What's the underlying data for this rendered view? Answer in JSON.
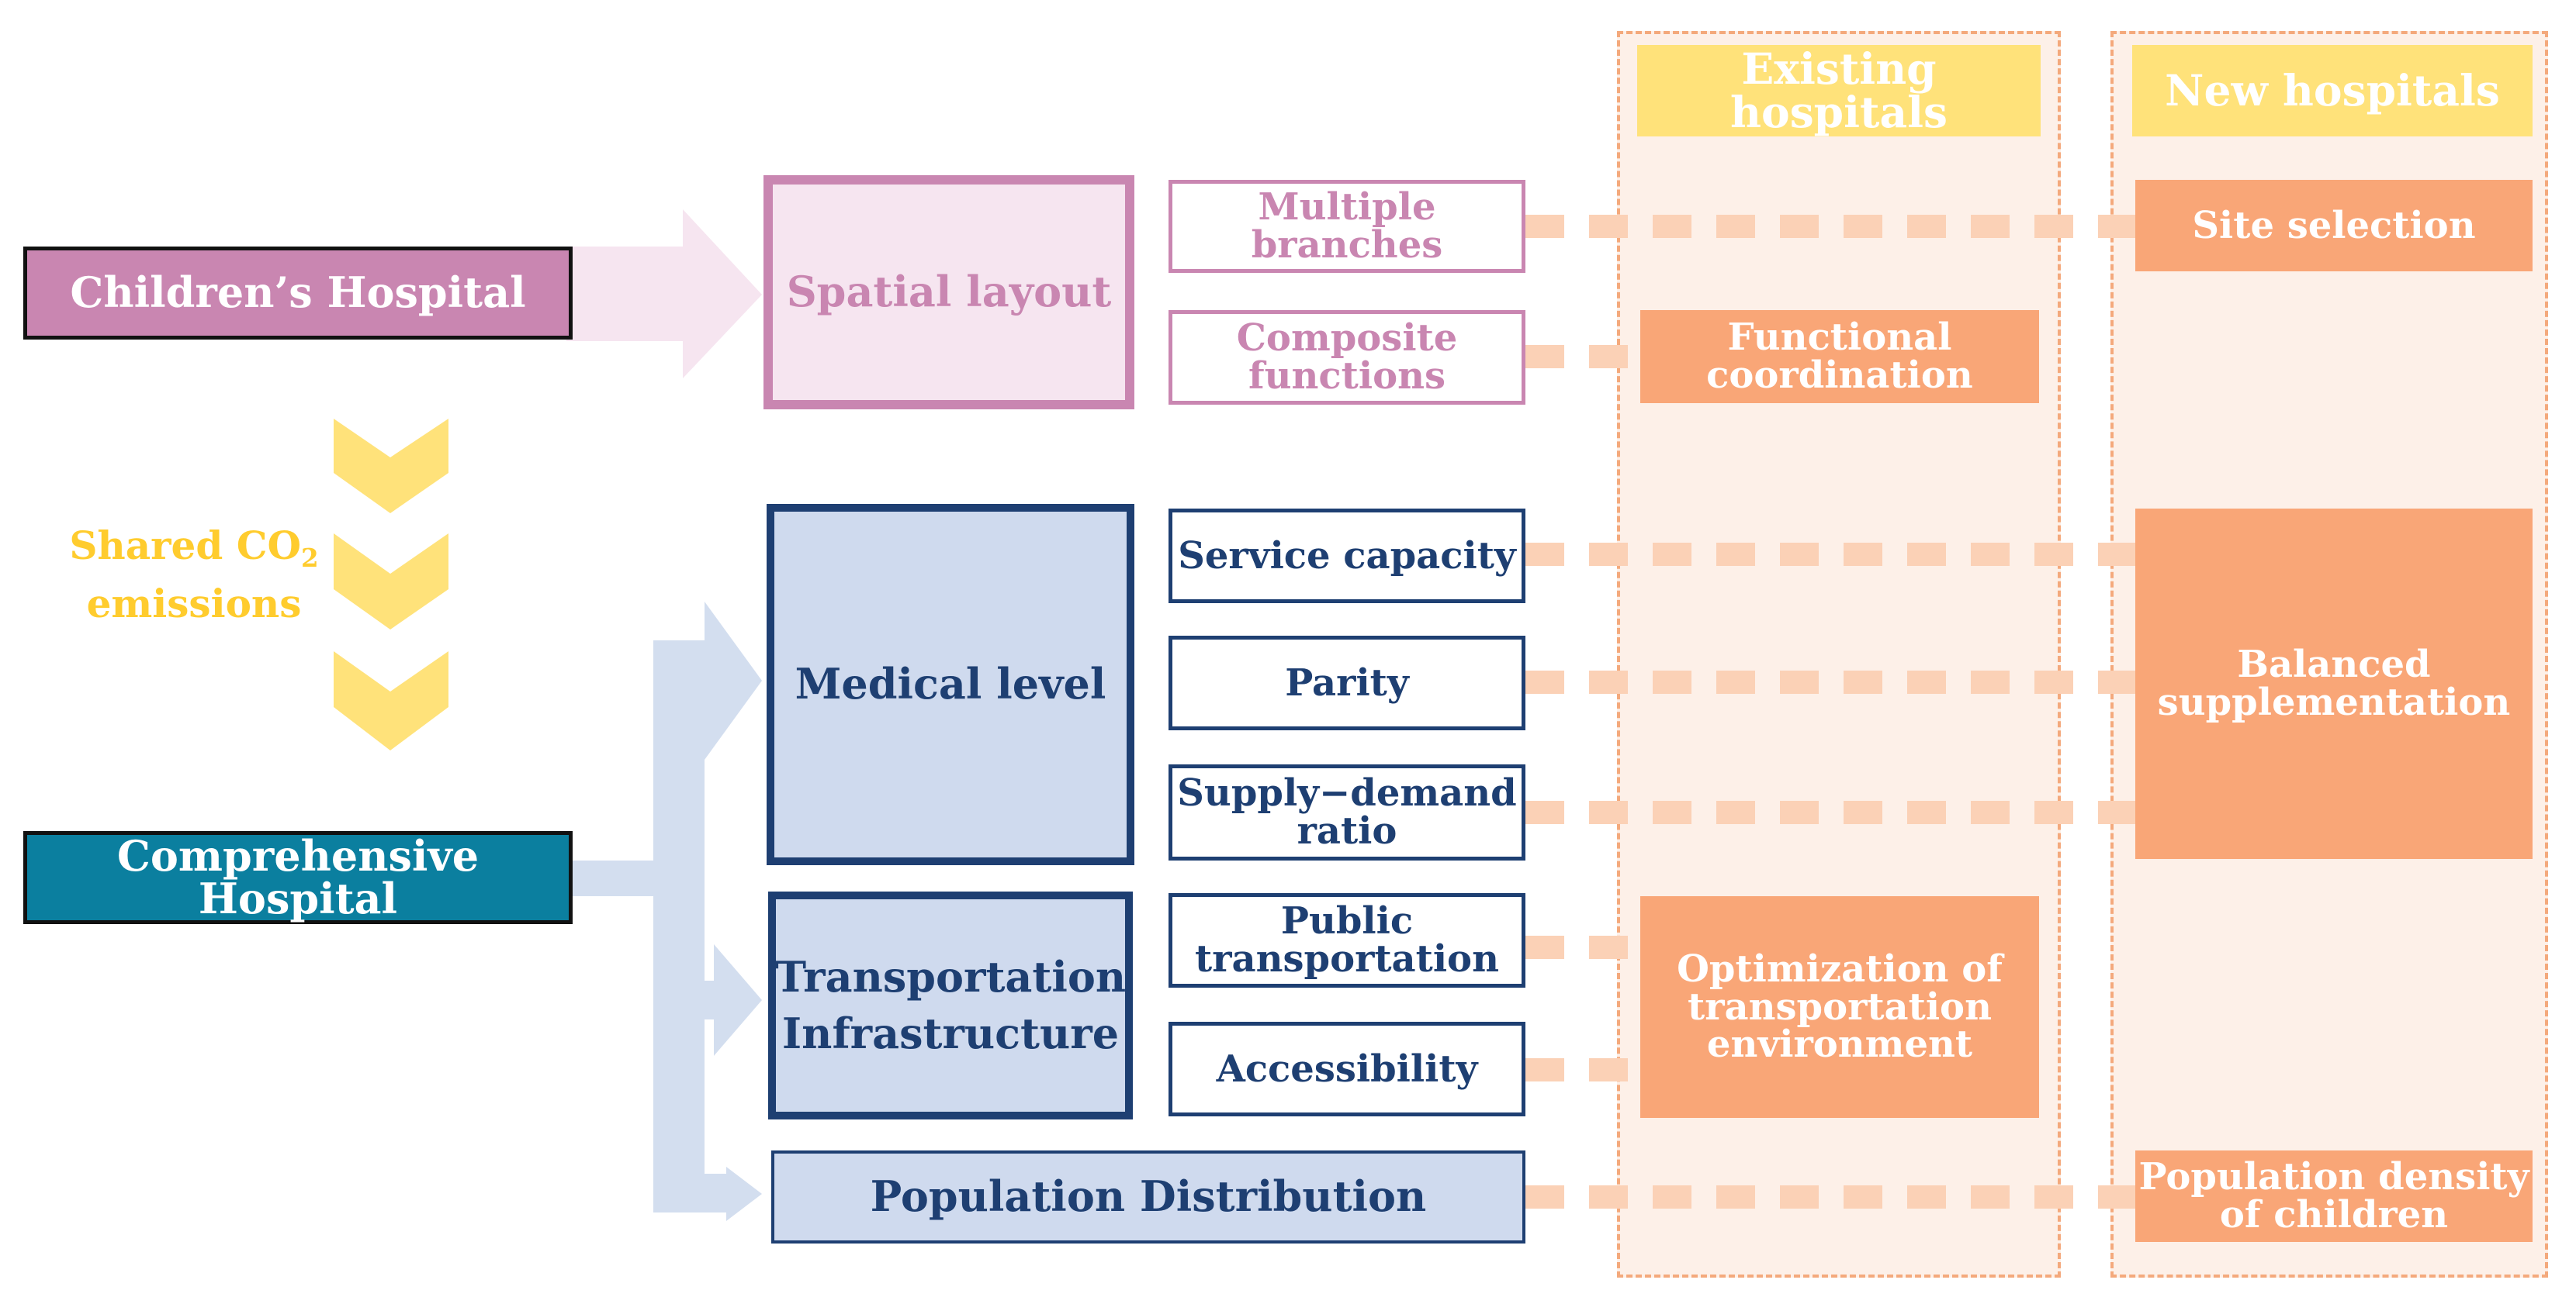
{
  "columns": {
    "existing": "Existing hospitals",
    "new": "New hospitals"
  },
  "left": {
    "childrens_hospital": "Children’s Hospital",
    "comprehensive_hospital": "Comprehensive Hospital",
    "shared_line1": "Shared CO",
    "shared_sub": "2",
    "shared_line2": "emissions"
  },
  "factors": {
    "spatial_layout": "Spatial layout",
    "medical_level": "Medical level",
    "transportation_infra_line1": "Transportation",
    "transportation_infra_line2": "Infrastructure",
    "population_distribution": "Population Distribution"
  },
  "indicators": {
    "multiple_branches_line1": "Multiple",
    "multiple_branches_line2": "branches",
    "composite_functions_line1": "Composite",
    "composite_functions_line2": "functions",
    "service_capacity": "Service capacity",
    "parity": "Parity",
    "supply_demand_line1": "Supply−demand",
    "supply_demand_line2": "ratio",
    "public_transport_line1": "Public",
    "public_transport_line2": "transportation",
    "accessibility": "Accessibility"
  },
  "strategies": {
    "site_selection": "Site selection",
    "functional_coordination_line1": "Functional",
    "functional_coordination_line2": "coordination",
    "balanced_supplementation_line1": "Balanced",
    "balanced_supplementation_line2": "supplementation",
    "optimization_line1": "Optimization of",
    "optimization_line2": "transportation",
    "optimization_line3": "environment",
    "population_density_line1": "Population density",
    "population_density_line2": "of children"
  },
  "colors": {
    "pink": "#c986b1",
    "pink_fill": "#f6e5f0",
    "navy": "#1e3f72",
    "light_blue": "#cfdaee",
    "teal": "#0b7f9f",
    "orange": "#f9a677",
    "yellow_header": "#ffe27a",
    "gold": "#ffcc2e"
  }
}
